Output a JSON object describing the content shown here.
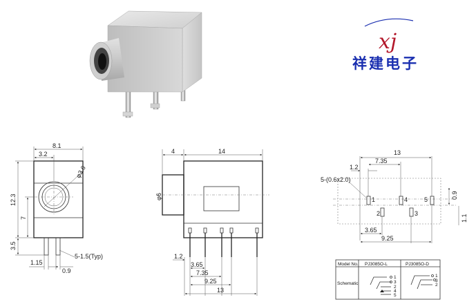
{
  "logo": {
    "initials": "xj",
    "company": "祥建电子"
  },
  "front_view": {
    "width": "8.1",
    "offset": "3.2",
    "diameter": "φ3.6",
    "height": "12.3",
    "center_height": "7",
    "pin_length": "3.5",
    "pin_size": "5-1.5(Typ)",
    "pin_offset": "1.15",
    "pin_gap": "0.9"
  },
  "side_view": {
    "nose_length": "4",
    "body_length": "14",
    "nose_diameter": "φ6",
    "pin_1": "1.2",
    "pin_2": "3.65",
    "pin_3": "7.35",
    "pin_4": "9.25",
    "total": "13"
  },
  "pcb_layout": {
    "total": "13",
    "dim_735": "7.35",
    "dim_12": "1.2",
    "hole_size": "5-(0.6x2.0)",
    "dim_09": "0.9",
    "dim_11": "1.1",
    "dim_365": "3.65",
    "dim_925": "9.25",
    "pins": [
      "1",
      "2",
      "3",
      "4",
      "5"
    ]
  },
  "model_table": {
    "header_label": "Model No.",
    "model_l": "PJ3085O-L",
    "model_d": "PJ3085O-D",
    "row_label": "Schematic",
    "pins_l": [
      "1",
      "3",
      "2",
      "4",
      "5"
    ],
    "pins_d": [
      "1",
      "3",
      "2"
    ]
  }
}
